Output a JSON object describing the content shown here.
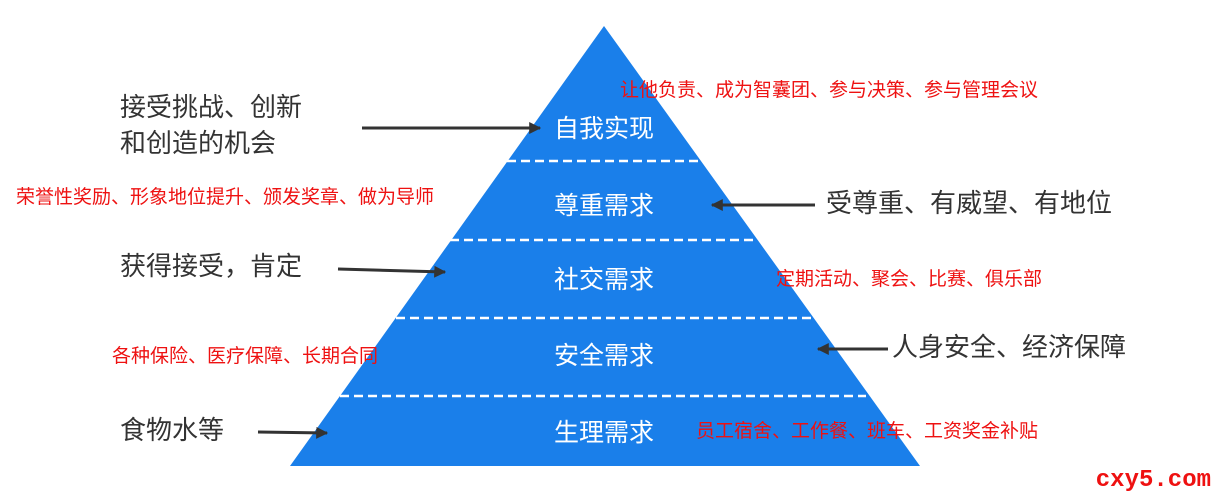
{
  "pyramid": {
    "fill": "#1a7fea",
    "levels": [
      {
        "label": "自我实现"
      },
      {
        "label": "尊重需求"
      },
      {
        "label": "社交需求"
      },
      {
        "label": "安全需求"
      },
      {
        "label": "生理需求"
      }
    ]
  },
  "annotations": {
    "self_actualization_left": [
      "接受挑战、创新",
      "和创造的机会"
    ],
    "self_actualization_right": "让他负责、成为智囊团、参与决策、参与管理会议",
    "esteem_left": "荣誉性奖励、形象地位提升、颁发奖章、做为导师",
    "esteem_right": "受尊重、有威望、有地位",
    "social_left": "获得接受，肯定",
    "social_right": "定期活动、聚会、比赛、俱乐部",
    "safety_left": "各种保险、医疗保障、长期合同",
    "safety_right": "人身安全、经济保障",
    "physiological_left": "食物水等",
    "physiological_right": "员工宿舍、工作餐、班车、工资奖金补贴"
  },
  "watermark": "cxy5.com",
  "colors": {
    "accent_red": "#ee1111",
    "text_grey": "#333333",
    "arrow": "#333333"
  }
}
